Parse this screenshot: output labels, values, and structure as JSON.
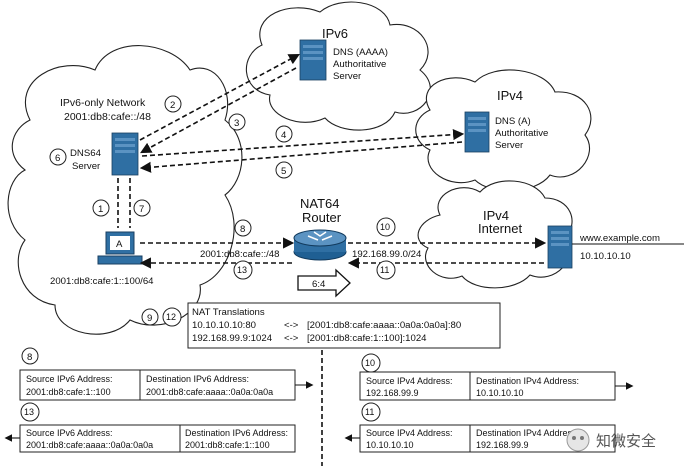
{
  "clouds": {
    "ipv6": "IPv6",
    "ipv4": "IPv4",
    "ipv4_internet": [
      "IPv4",
      "Internet"
    ],
    "ipv6_only_network": [
      "IPv6-only Network",
      "2001:db8:cafe::/48"
    ]
  },
  "servers": {
    "dns_aaaa": [
      "DNS (AAAA)",
      "Authoritative",
      "Server"
    ],
    "dns_a": [
      "DNS (A)",
      "Authoritative",
      "Server"
    ],
    "dns64": [
      "DNS64",
      "Server"
    ],
    "www": [
      "www.example.com",
      "10.10.10.10"
    ]
  },
  "host": {
    "label": "A",
    "address": "2001:db8:cafe:1::100/64"
  },
  "router": {
    "title": [
      "NAT64",
      "Router"
    ],
    "ratio": "6:4",
    "left_prefix": "2001:db8:cafe::/48",
    "right_prefix": "192.168.99.0/24"
  },
  "steps": [
    "1",
    "2",
    "3",
    "4",
    "5",
    "6",
    "7",
    "8",
    "9",
    "10",
    "11",
    "12",
    "13"
  ],
  "nat_table": {
    "title": "NAT Translations",
    "rows": [
      {
        "ipv4": "10.10.10.10:80",
        "arrow": "<->",
        "ipv6": "[2001:db8:cafe:aaaa::0a0a:0a0a]:80"
      },
      {
        "ipv4": "192.168.99.9:1024",
        "arrow": "<->",
        "ipv6": "[2001:db8:cafe:1::100]:1024"
      }
    ]
  },
  "packets": {
    "p8": {
      "step": "8",
      "src_label": "Source IPv6 Address:",
      "src": "2001:db8:cafe:1::100",
      "dst_label": "Destination IPv6 Address:",
      "dst": "2001:db8:cafe:aaaa::0a0a:0a0a"
    },
    "p13": {
      "step": "13",
      "src_label": "Source IPv6 Address:",
      "src": "2001:db8:cafe:aaaa::0a0a:0a0a",
      "dst_label": "Destination IPv6 Address:",
      "dst": "2001:db8:cafe:1::100"
    },
    "p10": {
      "step": "10",
      "src_label": "Source IPv4 Address:",
      "src": "192.168.99.9",
      "dst_label": "Destination IPv4 Address:",
      "dst": "10.10.10.10"
    },
    "p11": {
      "step": "11",
      "src_label": "Source IPv4 Address:",
      "src": "10.10.10.10",
      "dst_label": "Destination IPv4 Address:",
      "dst": "192.168.99.9"
    }
  },
  "watermark": "知微安全"
}
